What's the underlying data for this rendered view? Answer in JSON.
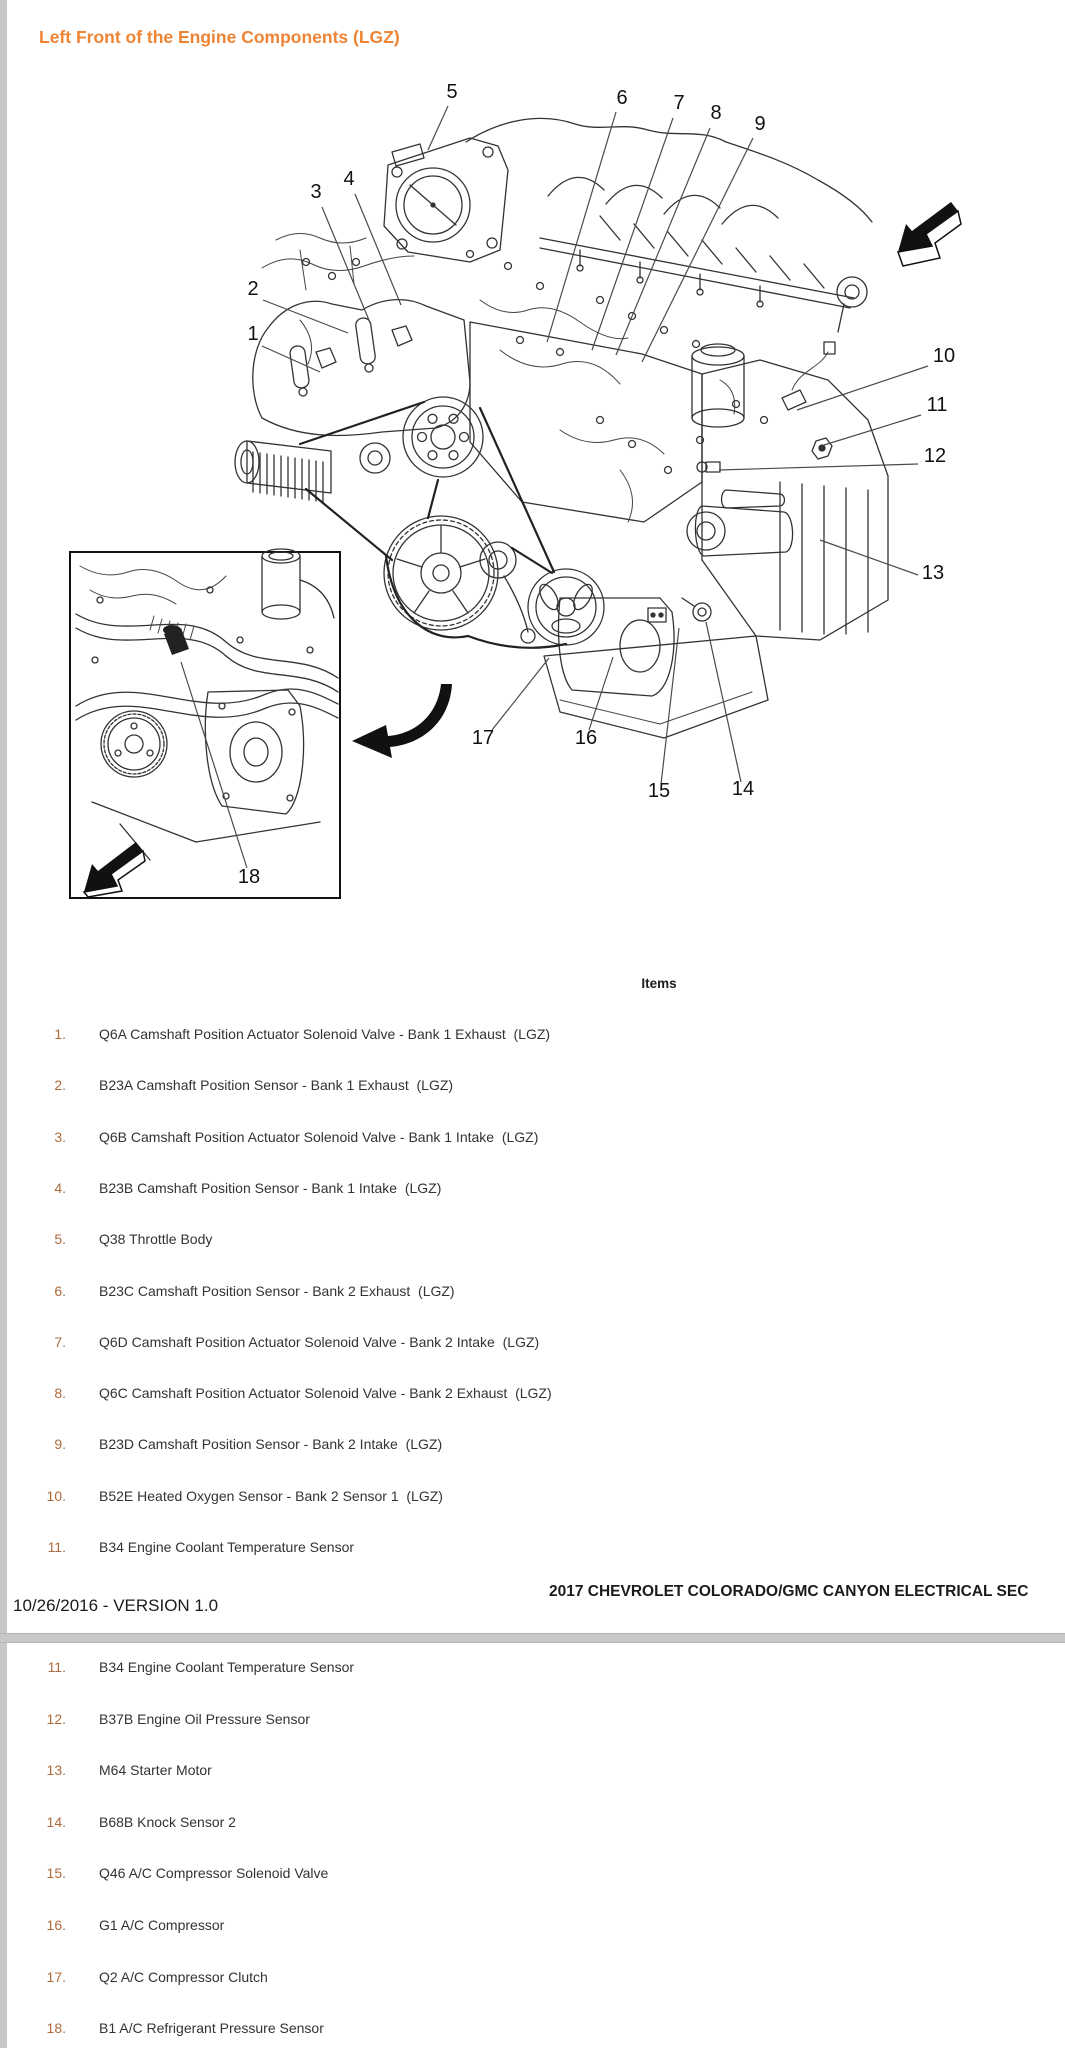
{
  "page": {
    "title": "Left Front of the Engine Components (LGZ)",
    "items_heading": "Items",
    "footer": {
      "left": "10/26/2016 - VERSION 1.0",
      "right": "2017 CHEVROLET COLORADO/GMC CANYON ELECTRICAL SEC"
    }
  },
  "colors": {
    "title": "#EE8434",
    "item_number": "#AD6A3B",
    "body_text": "#333333",
    "divider": "#C8C8C8"
  },
  "icons": {
    "view_direction_arrow": "3d-arrow-pointing-down-left",
    "inset_view_direction_arrow": "3d-arrow-pointing-down-left",
    "zoom_reference_arrow": "curved-solid-arrow-pointing-left"
  },
  "callouts": [
    "1",
    "2",
    "3",
    "4",
    "5",
    "6",
    "7",
    "8",
    "9",
    "10",
    "11",
    "12",
    "13",
    "14",
    "15",
    "16",
    "17",
    "18"
  ],
  "items_page1": [
    {
      "n": "1.",
      "t": "Q6A Camshaft Position Actuator Solenoid Valve - Bank 1 Exhaust  (LGZ)"
    },
    {
      "n": "2.",
      "t": "B23A Camshaft Position Sensor - Bank 1 Exhaust  (LGZ)"
    },
    {
      "n": "3.",
      "t": "Q6B Camshaft Position Actuator Solenoid Valve - Bank 1 Intake  (LGZ)"
    },
    {
      "n": "4.",
      "t": "B23B Camshaft Position Sensor - Bank 1 Intake  (LGZ)"
    },
    {
      "n": "5.",
      "t": "Q38 Throttle Body"
    },
    {
      "n": "6.",
      "t": "B23C Camshaft Position Sensor - Bank 2 Exhaust  (LGZ)"
    },
    {
      "n": "7.",
      "t": "Q6D Camshaft Position Actuator Solenoid Valve - Bank 2 Intake  (LGZ)"
    },
    {
      "n": "8.",
      "t": "Q6C Camshaft Position Actuator Solenoid Valve - Bank 2 Exhaust  (LGZ)"
    },
    {
      "n": "9.",
      "t": "B23D Camshaft Position Sensor - Bank 2 Intake  (LGZ)"
    },
    {
      "n": "10.",
      "t": "B52E Heated Oxygen Sensor - Bank 2 Sensor 1  (LGZ)"
    },
    {
      "n": "11.",
      "t": "B34 Engine Coolant Temperature Sensor"
    }
  ],
  "items_page2": [
    {
      "n": "11.",
      "t": "B34 Engine Coolant Temperature Sensor"
    },
    {
      "n": "12.",
      "t": "B37B Engine Oil Pressure Sensor"
    },
    {
      "n": "13.",
      "t": "M64 Starter Motor"
    },
    {
      "n": "14.",
      "t": "B68B Knock Sensor 2"
    },
    {
      "n": "15.",
      "t": "Q46 A/C Compressor Solenoid Valve"
    },
    {
      "n": "16.",
      "t": "G1 A/C Compressor"
    },
    {
      "n": "17.",
      "t": "Q2 A/C Compressor Clutch"
    },
    {
      "n": "18.",
      "t": "B1 A/C Refrigerant Pressure Sensor"
    }
  ]
}
